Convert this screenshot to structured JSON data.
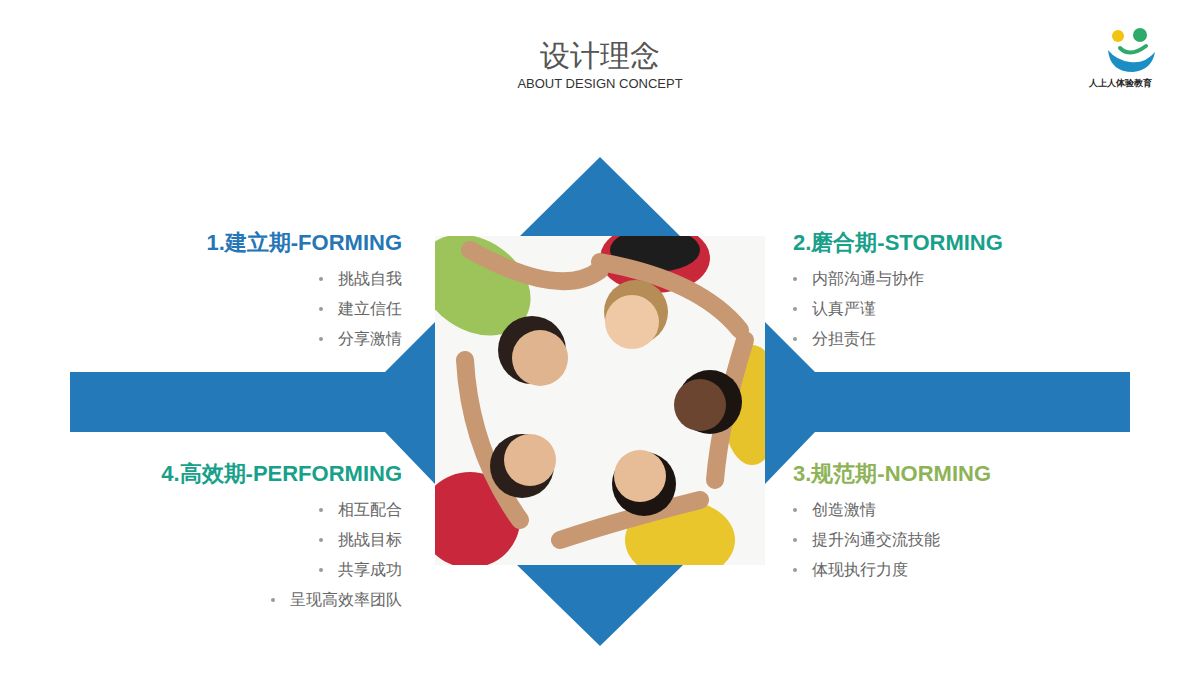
{
  "diagram": {
    "title": "设计理念",
    "nodes": [
      {
        "text": [
          "1.建立期-FORMING",
          "挑战自我",
          "建立信任",
          "分享激情"
        ]
      },
      {
        "text": [
          "2.磨合期-STORMING",
          "内部沟通与协作",
          "认真严谨",
          "分担责任"
        ]
      },
      {
        "text": [
          "4.高效期-PERFORMING",
          "相互配合",
          "挑战目标",
          "共享成功",
          "呈现高效率团队"
        ]
      },
      {
        "text": [
          "3.规范期-NORMING",
          "创造激情",
          "提升沟通交流技能",
          "体现执行力度"
        ]
      }
    ],
    "labels": [
      "ABOUT DESIGN CONCEPT",
      "人上人体验教育"
    ]
  }
}
